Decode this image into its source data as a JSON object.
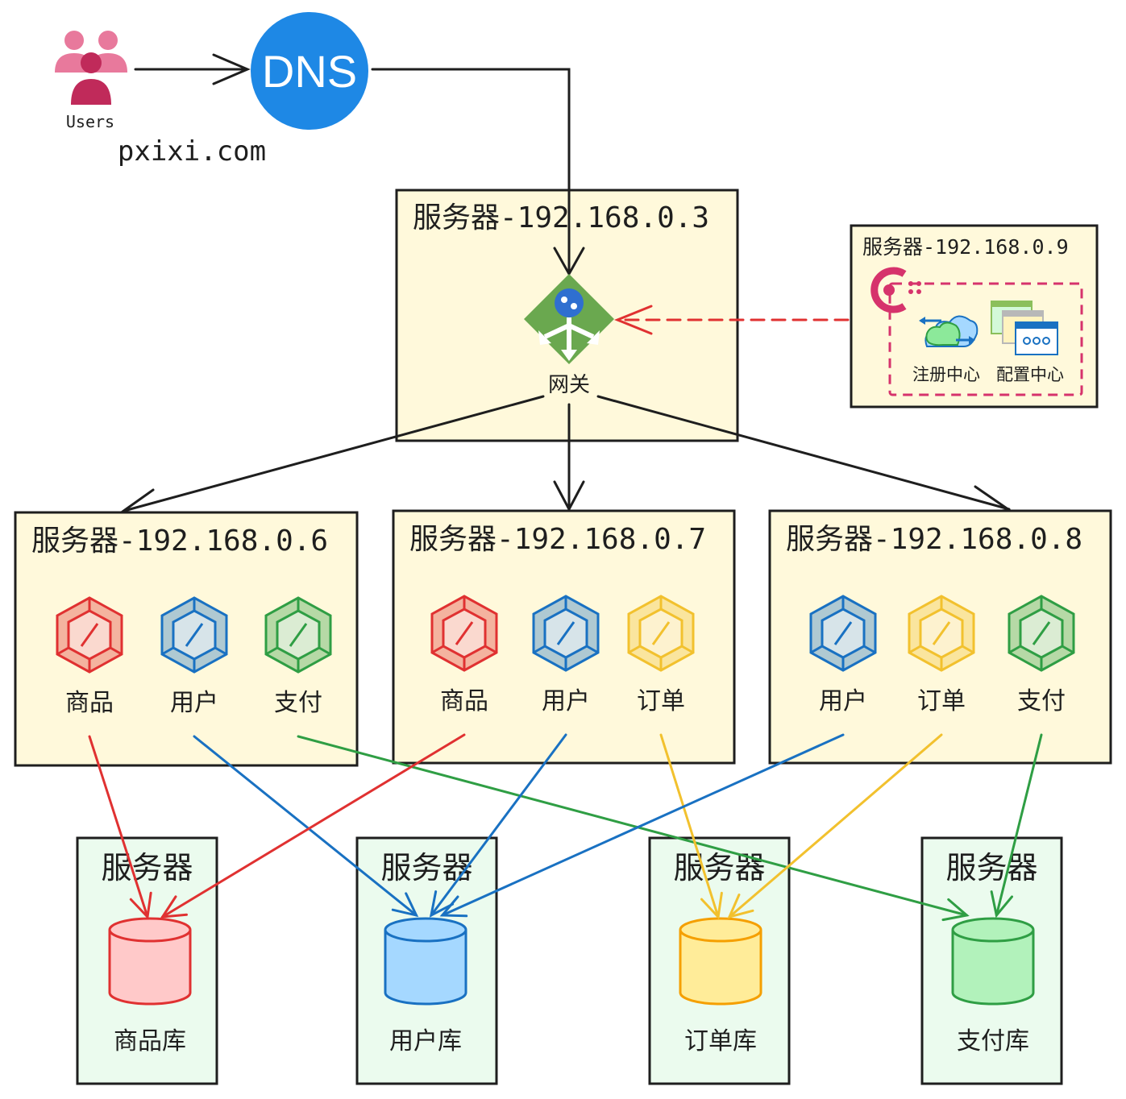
{
  "users": {
    "label": "Users",
    "domain": "pxixi.com"
  },
  "dns": {
    "label": "DNS"
  },
  "gateway_server": {
    "title": "服务器-192.168.0.3",
    "gateway_label": "网关"
  },
  "registry_server": {
    "title": "服务器-192.168.0.9",
    "registry_label": "注册中心",
    "config_label": "配置中心"
  },
  "app_servers": [
    {
      "title": "服务器-192.168.0.6",
      "services": [
        "商品",
        "用户",
        "支付"
      ]
    },
    {
      "title": "服务器-192.168.0.7",
      "services": [
        "商品",
        "用户",
        "订单"
      ]
    },
    {
      "title": "服务器-192.168.0.8",
      "services": [
        "用户",
        "订单",
        "支付"
      ]
    }
  ],
  "db_servers": [
    {
      "title": "服务器",
      "db_label": "商品库"
    },
    {
      "title": "服务器",
      "db_label": "用户库"
    },
    {
      "title": "服务器",
      "db_label": "订单库"
    },
    {
      "title": "服务器",
      "db_label": "支付库"
    }
  ],
  "colors": {
    "box_fill": "#fff9db",
    "db_box_fill": "#ebfbee",
    "product": "#e03131",
    "user": "#1971c2",
    "pay": "#2f9e44",
    "order": "#f2c12e",
    "red_fill": "#ffc9c9",
    "blue_fill": "#a5d8ff",
    "green_fill": "#b2f2bb",
    "yellow_fill": "#ffec99",
    "dns": "#1e88e5",
    "gateway": "#6aa84f",
    "dashed_arrow": "#e03131",
    "registry_border": "#d6336c"
  }
}
